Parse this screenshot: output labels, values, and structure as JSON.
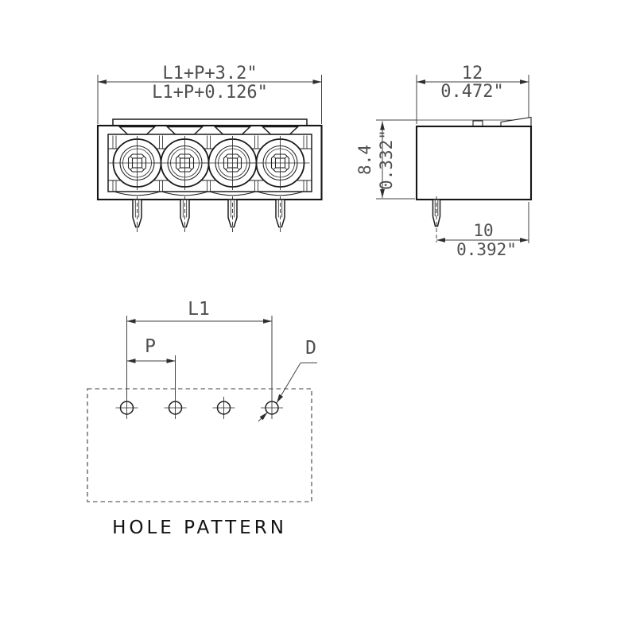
{
  "drawing": {
    "front_view": {
      "dim_total_mm": "L1+P+3.2\"",
      "dim_total_inch": "L1+P+0.126\""
    },
    "side_view": {
      "dim_width_mm": "12",
      "dim_width_inch": "0.472\"",
      "dim_height_mm": "8.4",
      "dim_height_inch": "0.332\"",
      "dim_pin_to_edge_mm": "10",
      "dim_pin_to_edge_inch": "0.392\""
    },
    "hole_pattern": {
      "dim_length_label": "L1",
      "dim_pitch_label": "P",
      "dim_diameter_label": "D",
      "caption": "HOLE PATTERN"
    },
    "colors": {
      "ink": "#1c1c1c",
      "dim_ink": "#4f4f4f",
      "background": "#ffffff"
    }
  }
}
